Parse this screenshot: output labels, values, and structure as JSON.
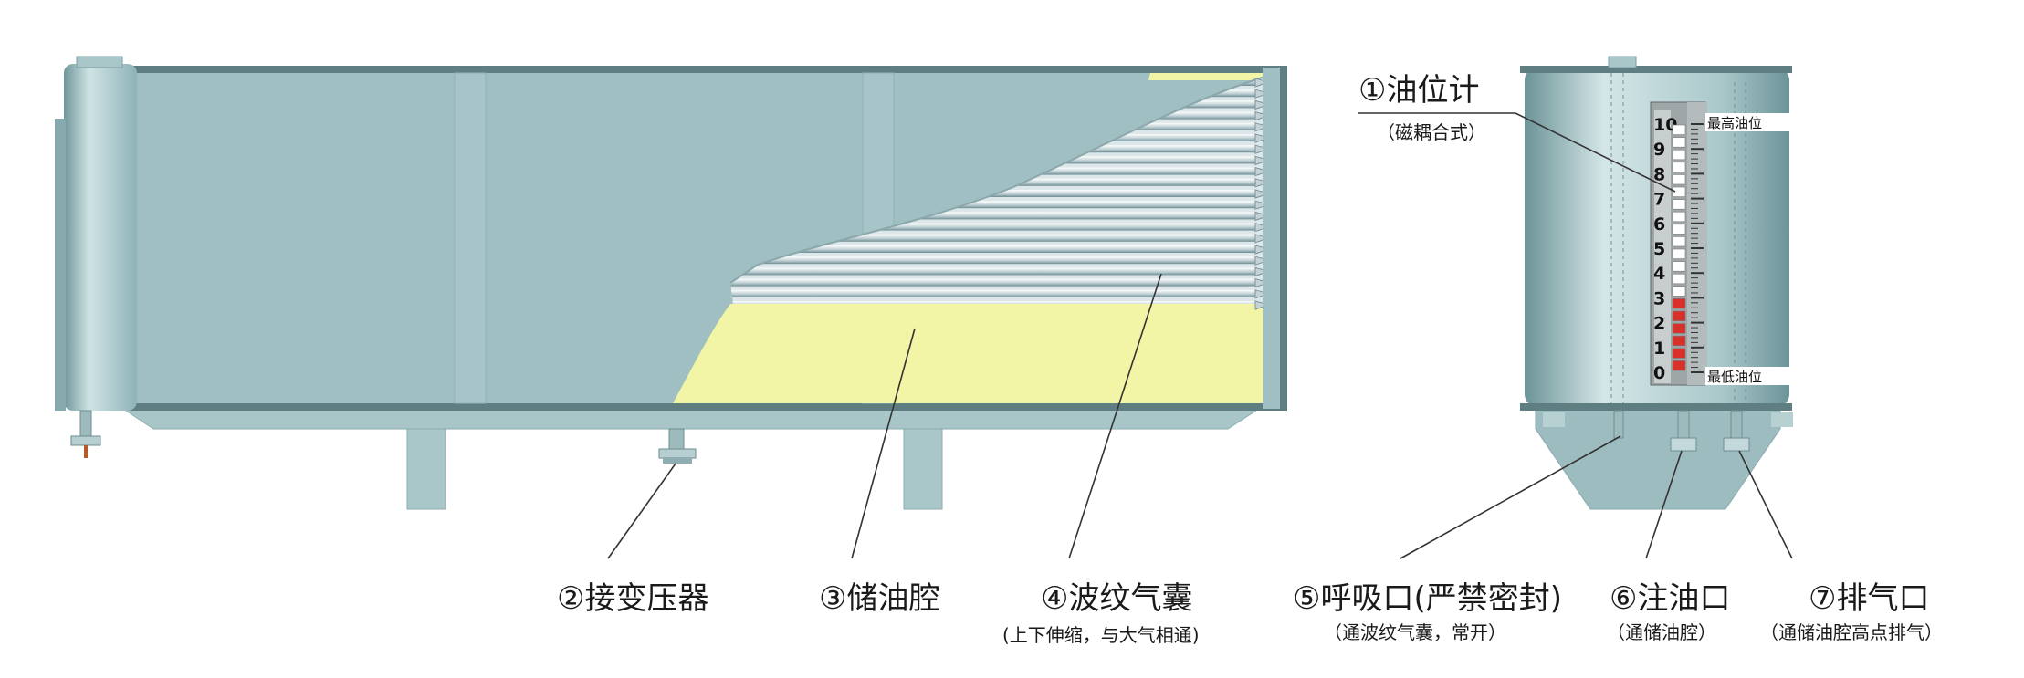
{
  "labels": {
    "l1": {
      "main": "①油位计",
      "sub": "（磁耦合式）"
    },
    "l2": {
      "main": "②接变压器"
    },
    "l3": {
      "main": "③储油腔"
    },
    "l4": {
      "main": "④波纹气囊",
      "sub": "(上下伸缩，与大气相通)"
    },
    "l5": {
      "main": "⑤呼吸口(严禁密封)",
      "sub": "（通波纹气囊，常开）"
    },
    "l6": {
      "main": "⑥注油口",
      "sub": "（通储油腔）"
    },
    "l7": {
      "main": "⑦排气口",
      "sub": "（通储油腔高点排气）"
    }
  },
  "gauge": {
    "scale": [
      "10",
      "9",
      "8",
      "7",
      "6",
      "5",
      "4",
      "3",
      "2",
      "1",
      "0"
    ],
    "max_tag": "最高油位",
    "min_tag": "最低油位",
    "level": 3
  },
  "colors": {
    "tank": "#9fbfc2",
    "tank_dark": "#7fa3a7",
    "oil": "#f2f4a6",
    "gauge_red": "#d9302a",
    "line": "#333333"
  }
}
